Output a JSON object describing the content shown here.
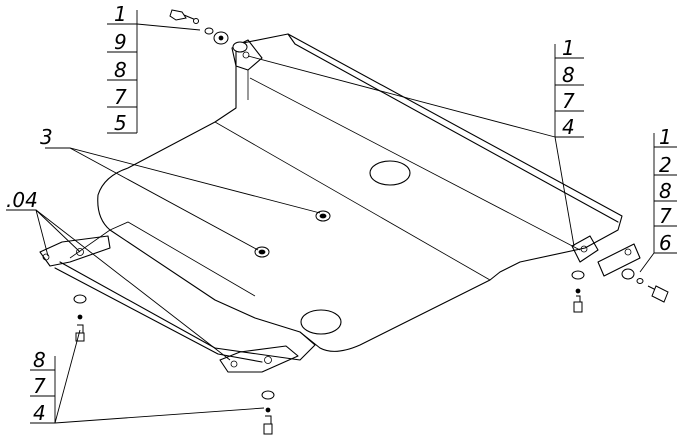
{
  "callouts": {
    "top_left": [
      "1",
      "9",
      "8",
      "7",
      "5"
    ],
    "top_right": [
      "1",
      "8",
      "7",
      "4"
    ],
    "far_right": [
      "1",
      "2",
      "8",
      "7",
      "6"
    ],
    "bolt_label": "3",
    "bracket_label": ".04",
    "bottom_left": [
      "8",
      "7",
      "4"
    ]
  }
}
